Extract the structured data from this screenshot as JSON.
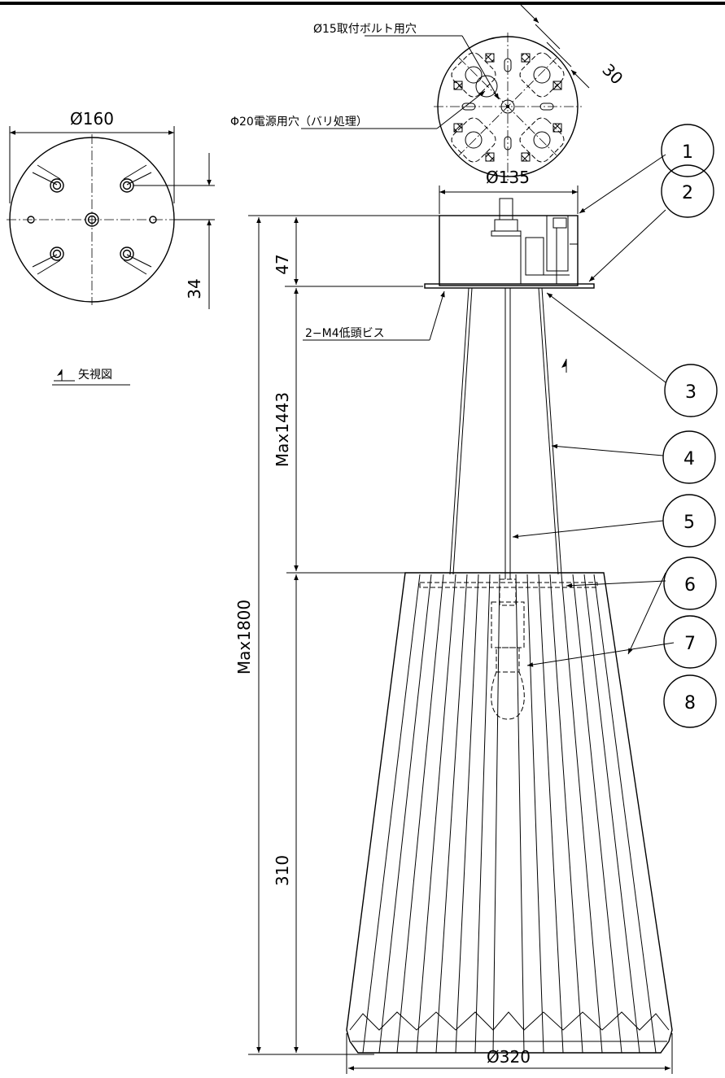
{
  "drawing": {
    "top_view": {
      "diameter_label": "Ø160",
      "offset_label": "34",
      "view_label": "矢視図"
    },
    "ceiling_plate": {
      "bolt_hole_label": "Ø15取付ボルト用穴",
      "power_hole_label": "Φ20電源用穴（バリ処理）",
      "spacing_label": "30"
    },
    "canopy": {
      "diameter_label": "Ø135",
      "height_label": "47",
      "screw_label": "2−M4低頭ビス"
    },
    "dimensions": {
      "cord_length_label": "Max1443",
      "total_length_label": "Max1800",
      "shade_height_label": "310",
      "shade_diameter_label": "Ø320"
    },
    "balloons": [
      "1",
      "2",
      "3",
      "4",
      "5",
      "6",
      "7",
      "8"
    ]
  }
}
